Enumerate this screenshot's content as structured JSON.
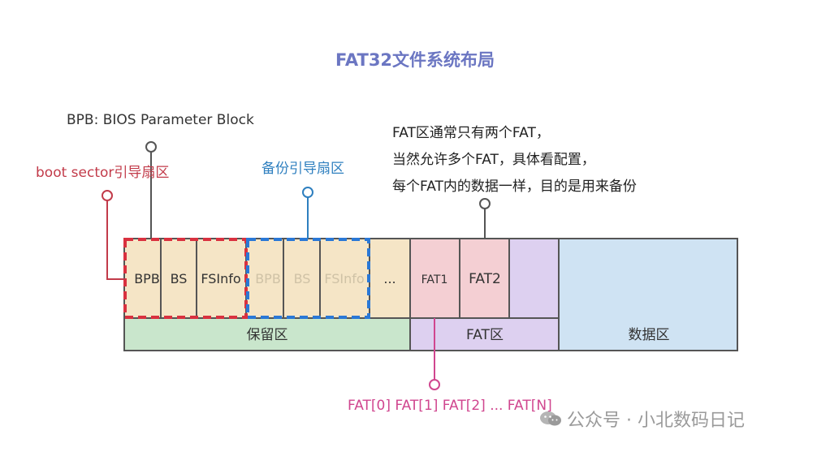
{
  "title": "FAT32文件系统布局",
  "notes": {
    "bpb": "BPB: BIOS Parameter Block",
    "boot_sector": "boot sector引导扇区",
    "backup": "备份引导扇区",
    "fat_lines": [
      "FAT区通常只有两个FAT，",
      "当然允许多个FAT，具体看配置，",
      "每个FAT内的数据一样，目的是用来备份"
    ],
    "fat_index": "FAT[0] FAT[1] FAT[2] ... FAT[N]"
  },
  "cells": {
    "bpb": "BPB",
    "bs": "BS",
    "fsinfo": "FSInfo",
    "bpb_backup": "BPB",
    "bs_backup": "BS",
    "fsinfo_backup": "FSInfo",
    "ellipsis": "...",
    "fat1": "FAT1",
    "fat2": "FAT2"
  },
  "regions": {
    "reserved": "保留区",
    "fat": "FAT区",
    "data": "数据区"
  },
  "watermark": "公众号 · 小北数码日记",
  "colors": {
    "title": "#6b76c2",
    "reserved_top": "#f5e5c6",
    "reserved_bottom": "#c9e6cc",
    "fat_cell": "#f4cfd3",
    "fat_region": "#ddd0f0",
    "data_region": "#cfe3f3",
    "boot_dash": "#d9313f",
    "backup_dash": "#2a78d6",
    "border": "#555555"
  }
}
